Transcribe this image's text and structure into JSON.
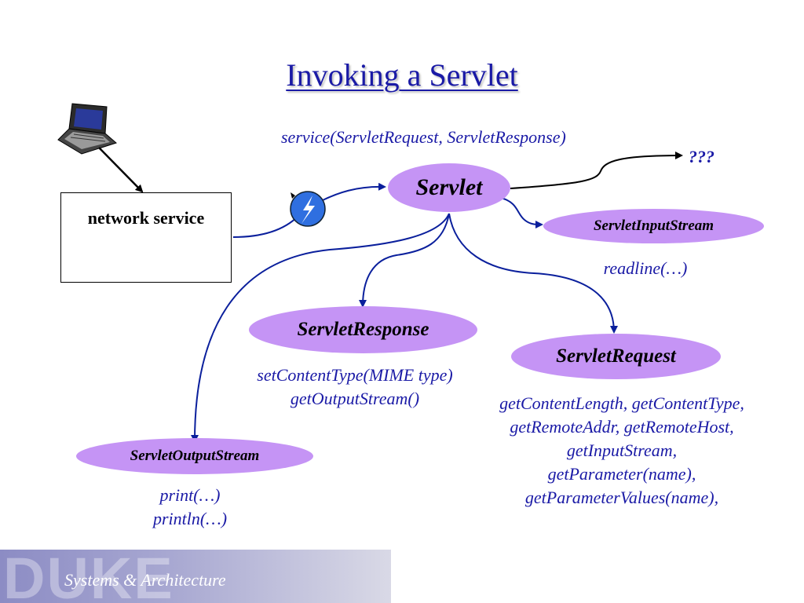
{
  "title": "Invoking a Servlet",
  "service_call": "service(ServletRequest, ServletResponse)",
  "unknown_label": "???",
  "network_service": {
    "label": "network service"
  },
  "nodes": {
    "servlet": "Servlet",
    "input_stream": "ServletInputStream",
    "response": "ServletResponse",
    "request": "ServletRequest",
    "output_stream": "ServletOutputStream"
  },
  "methods": {
    "input_stream": [
      "readline(…)"
    ],
    "response": [
      "setContentType(MIME type)",
      "getOutputStream()"
    ],
    "request": [
      "getContentLength, getContentType,",
      "getRemoteAddr, getRemoteHost,",
      "getInputStream,",
      "getParameter(name),",
      "getParameterValues(name),"
    ],
    "output_stream": [
      "print(…)",
      "println(…)"
    ]
  },
  "footer": {
    "watermark": "DUKE",
    "text": "Systems & Architecture"
  },
  "colors": {
    "title": "#1a1aa6",
    "oval": "#c594f5",
    "arrow": "#0a1f9c",
    "thread": "#2f6fe0"
  },
  "icons": [
    "laptop-icon",
    "thread-icon",
    "thread-icon",
    "thread-icon"
  ]
}
